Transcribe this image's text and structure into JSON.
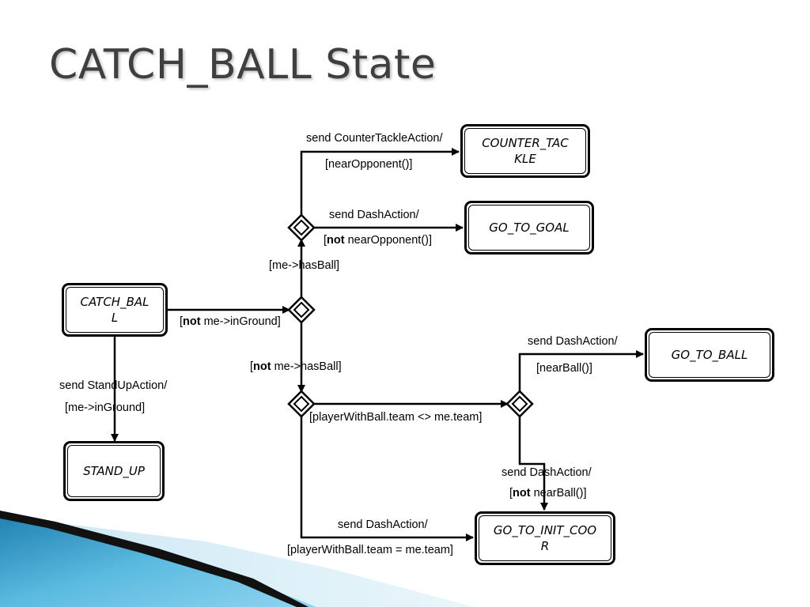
{
  "title": "CATCH_BALL State",
  "states": {
    "catch_ball": "CATCH_BAL\nL",
    "counter_tackle": "COUNTER_TAC\nKLE",
    "go_to_goal": "GO_TO_GOAL",
    "go_to_ball": "GO_TO_BALL",
    "stand_up": "STAND_UP",
    "go_to_init_coor": "GO_TO_INIT_COO\nR"
  },
  "labels": {
    "send_counter_tackle": "send CounterTackleAction/",
    "near_opponent": "[nearOpponent()]",
    "send_dash_goal": "send DashAction/",
    "not_near_opponent_open": "[",
    "not_near_opponent_not": "not",
    "not_near_opponent_rest": " nearOpponent()]",
    "me_has_ball": "[me->hasBall]",
    "not_in_ground_open": "[",
    "not_in_ground_not": "not",
    "not_in_ground_rest": " me->inGround]",
    "not_has_ball_open": "[",
    "not_has_ball_not": "not",
    "not_has_ball_rest": " me->hasBall]",
    "send_standup": "send StandUpAction/",
    "me_in_ground": "[me->inGround]",
    "send_dash_ball": "send DashAction/",
    "near_ball": "[nearBall()]",
    "team_not_equal": "[playerWithBall.team <> me.team]",
    "send_dash_init": "send DashAction/",
    "not_near_ball_open": "[",
    "not_near_ball_not": "not",
    "not_near_ball_rest": " nearBall()]",
    "send_dash_init2": "send DashAction/",
    "team_equal": "[playerWithBall.team = me.team]"
  }
}
